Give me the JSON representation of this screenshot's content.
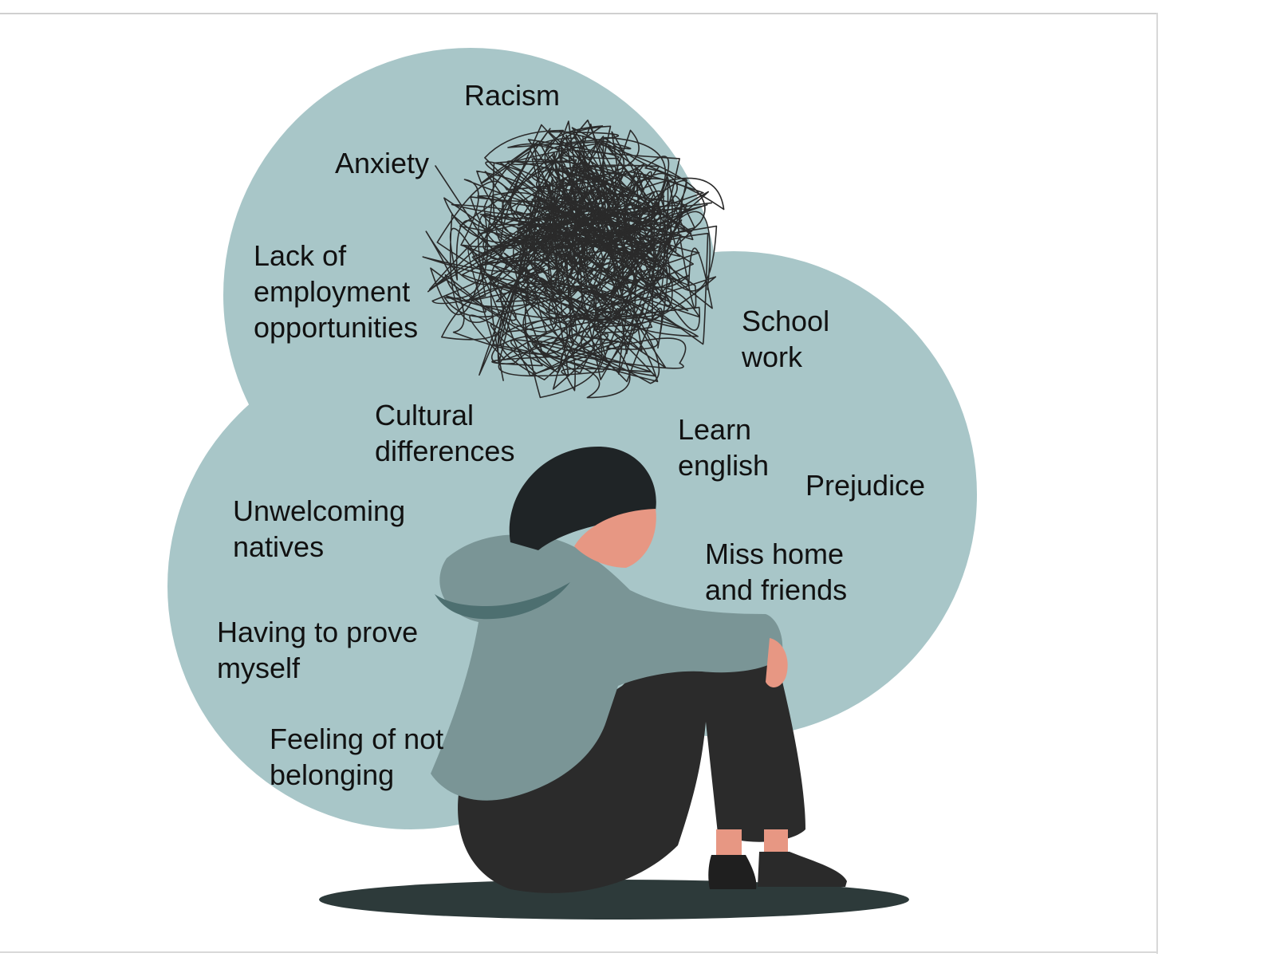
{
  "colors": {
    "cloud": "#a8c6c8",
    "hoodie": "#7a9596",
    "hoodie_shadow": "#4d6f70",
    "pants": "#2b2b2b",
    "hair": "#1f2426",
    "skin": "#e79783",
    "shadow": "#2d3a3a",
    "scribble": "#2a2a2a"
  },
  "labels": {
    "racism": "Racism",
    "anxiety": "Anxiety",
    "lack_of_employment": "Lack of\nemployment\nopportunities",
    "school_work": "School\nwork",
    "cultural_differences": "Cultural\ndifferences",
    "learn_english": "Learn\nenglish",
    "prejudice": "Prejudice",
    "unwelcoming_natives": "Unwelcoming\nnatives",
    "miss_home": "Miss home\nand friends",
    "having_to_prove": "Having to prove\nmyself",
    "feeling_not_belonging": "Feeling of not\nbelonging"
  }
}
